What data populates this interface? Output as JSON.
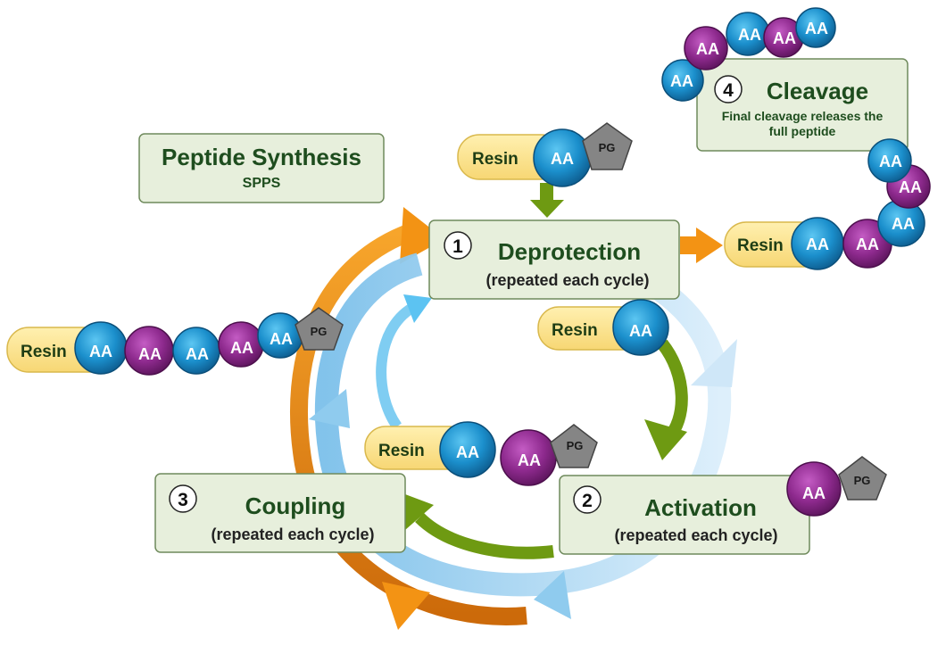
{
  "title": {
    "main": "Peptide Synthesis",
    "sub": "SPPS"
  },
  "steps": [
    {
      "number": "1",
      "title": "Deprotection",
      "subtitle": "(repeated each cycle)"
    },
    {
      "number": "2",
      "title": "Activation",
      "subtitle": "(repeated each cycle)"
    },
    {
      "number": "3",
      "title": "Coupling",
      "subtitle": "(repeated each cycle)"
    },
    {
      "number": "4",
      "title": "Cleavage",
      "subtitle_line1": "Final cleavage releases the",
      "subtitle_line2": "full peptide"
    }
  ],
  "molecule_labels": {
    "resin": "Resin",
    "amino_acid": "AA",
    "protecting_group": "PG"
  },
  "colors": {
    "box_fill": "#e7efdc",
    "box_stroke": "#6f8a5c",
    "resin_fill": "#fbe38c",
    "aa_blue": "#1e93cf",
    "aa_purple": "#8e2a8e",
    "pg_gray": "#858585",
    "arrow_orange": "#f39314",
    "arrow_green": "#6e9a12",
    "arrow_lightblue": "#8fcbee"
  }
}
